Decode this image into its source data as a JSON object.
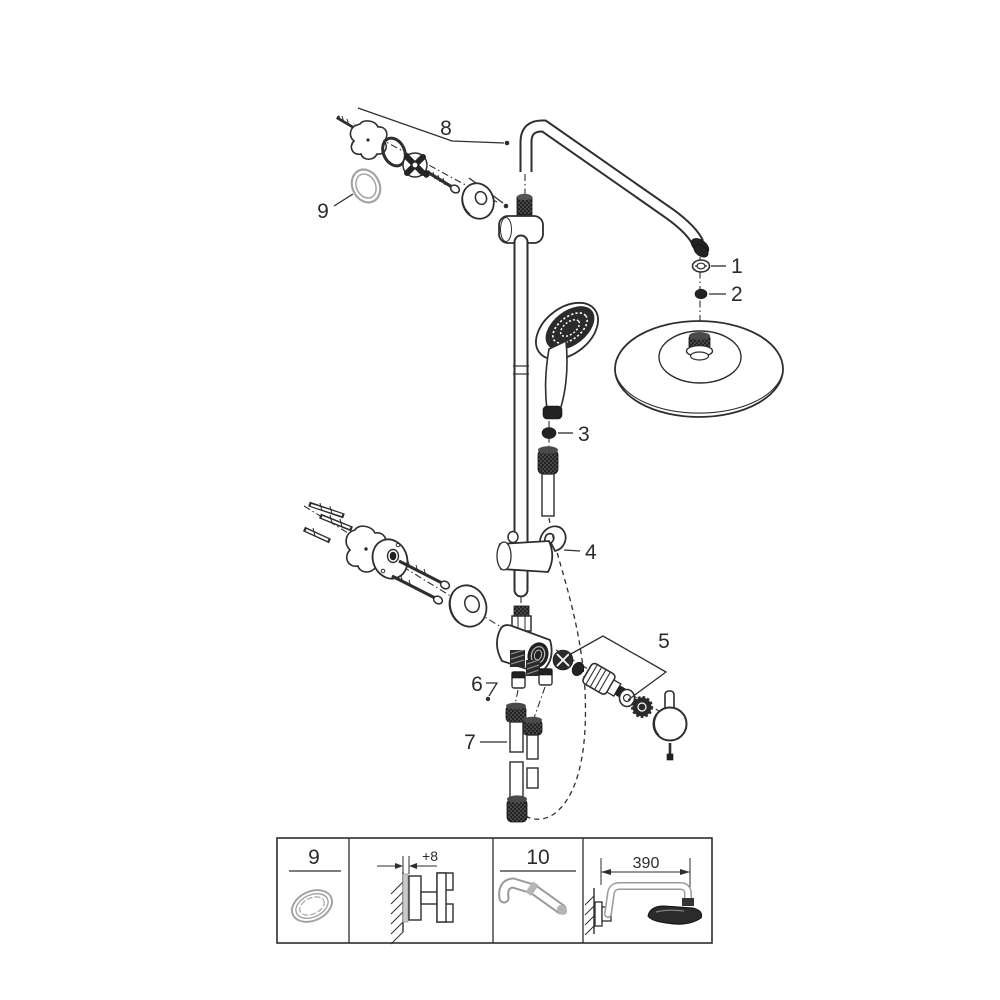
{
  "labels": {
    "part1": "1",
    "part2": "2",
    "part3": "3",
    "part4": "4",
    "part5": "5",
    "part6": "6",
    "part7": "7",
    "part8": "8",
    "part9": "9"
  },
  "panel": {
    "box1_label": "9",
    "box2_dimension": "+8",
    "box3_label": "10",
    "box4_dimension": "390"
  },
  "colors": {
    "line": "#2e2e2e",
    "dark_fill": "#222222",
    "gray_part": "#a3a3a3",
    "background": "#ffffff"
  }
}
